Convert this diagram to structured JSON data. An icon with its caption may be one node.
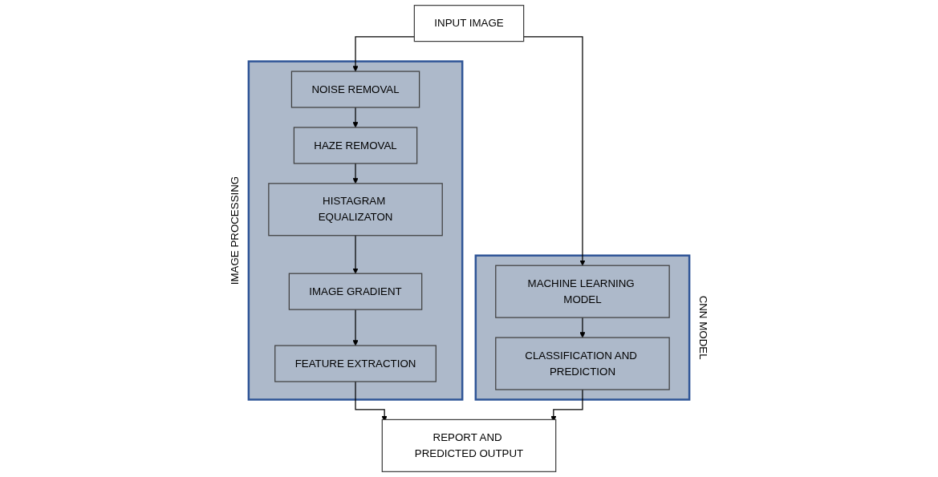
{
  "diagram": {
    "nodes": [
      {
        "text": [
          "INPUT IMAGE"
        ]
      },
      {
        "text": [
          "IMAGE PROCESSING"
        ]
      },
      {
        "text": [
          "NOISE REMOVAL"
        ],
        "in": 1
      },
      {
        "text": [
          "HAZE REMOVAL"
        ],
        "in": 1
      },
      {
        "text": [
          "HISTAGRAM EQUALIZATON"
        ],
        "in": 1
      },
      {
        "text": [
          "IMAGE GRADIENT"
        ],
        "in": 1
      },
      {
        "text": [
          "FEATURE EXTRACTION"
        ],
        "in": 1
      },
      {
        "text": [
          "CNN MODEL"
        ]
      },
      {
        "text": [
          "MACHINE LEARNING MODEL"
        ],
        "in": 7
      },
      {
        "text": [
          "CLASSIFICATION AND PREDICTION"
        ],
        "in": 7
      },
      {
        "text": [
          "REPORT AND PREDICTED OUTPUT"
        ]
      }
    ],
    "edges": [
      {
        "from": 0,
        "to": 2,
        "arrow": "to"
      },
      {
        "from": 0,
        "to": 8,
        "arrow": "to"
      },
      {
        "from": 2,
        "to": 3,
        "arrow": "to"
      },
      {
        "from": 3,
        "to": 4,
        "arrow": "to"
      },
      {
        "from": 4,
        "to": 5,
        "arrow": "to"
      },
      {
        "from": 5,
        "to": 6,
        "arrow": "to"
      },
      {
        "from": 8,
        "to": 9,
        "arrow": "to"
      },
      {
        "from": 6,
        "to": 10,
        "arrow": "to"
      },
      {
        "from": 9,
        "to": 10,
        "arrow": "to"
      }
    ]
  }
}
